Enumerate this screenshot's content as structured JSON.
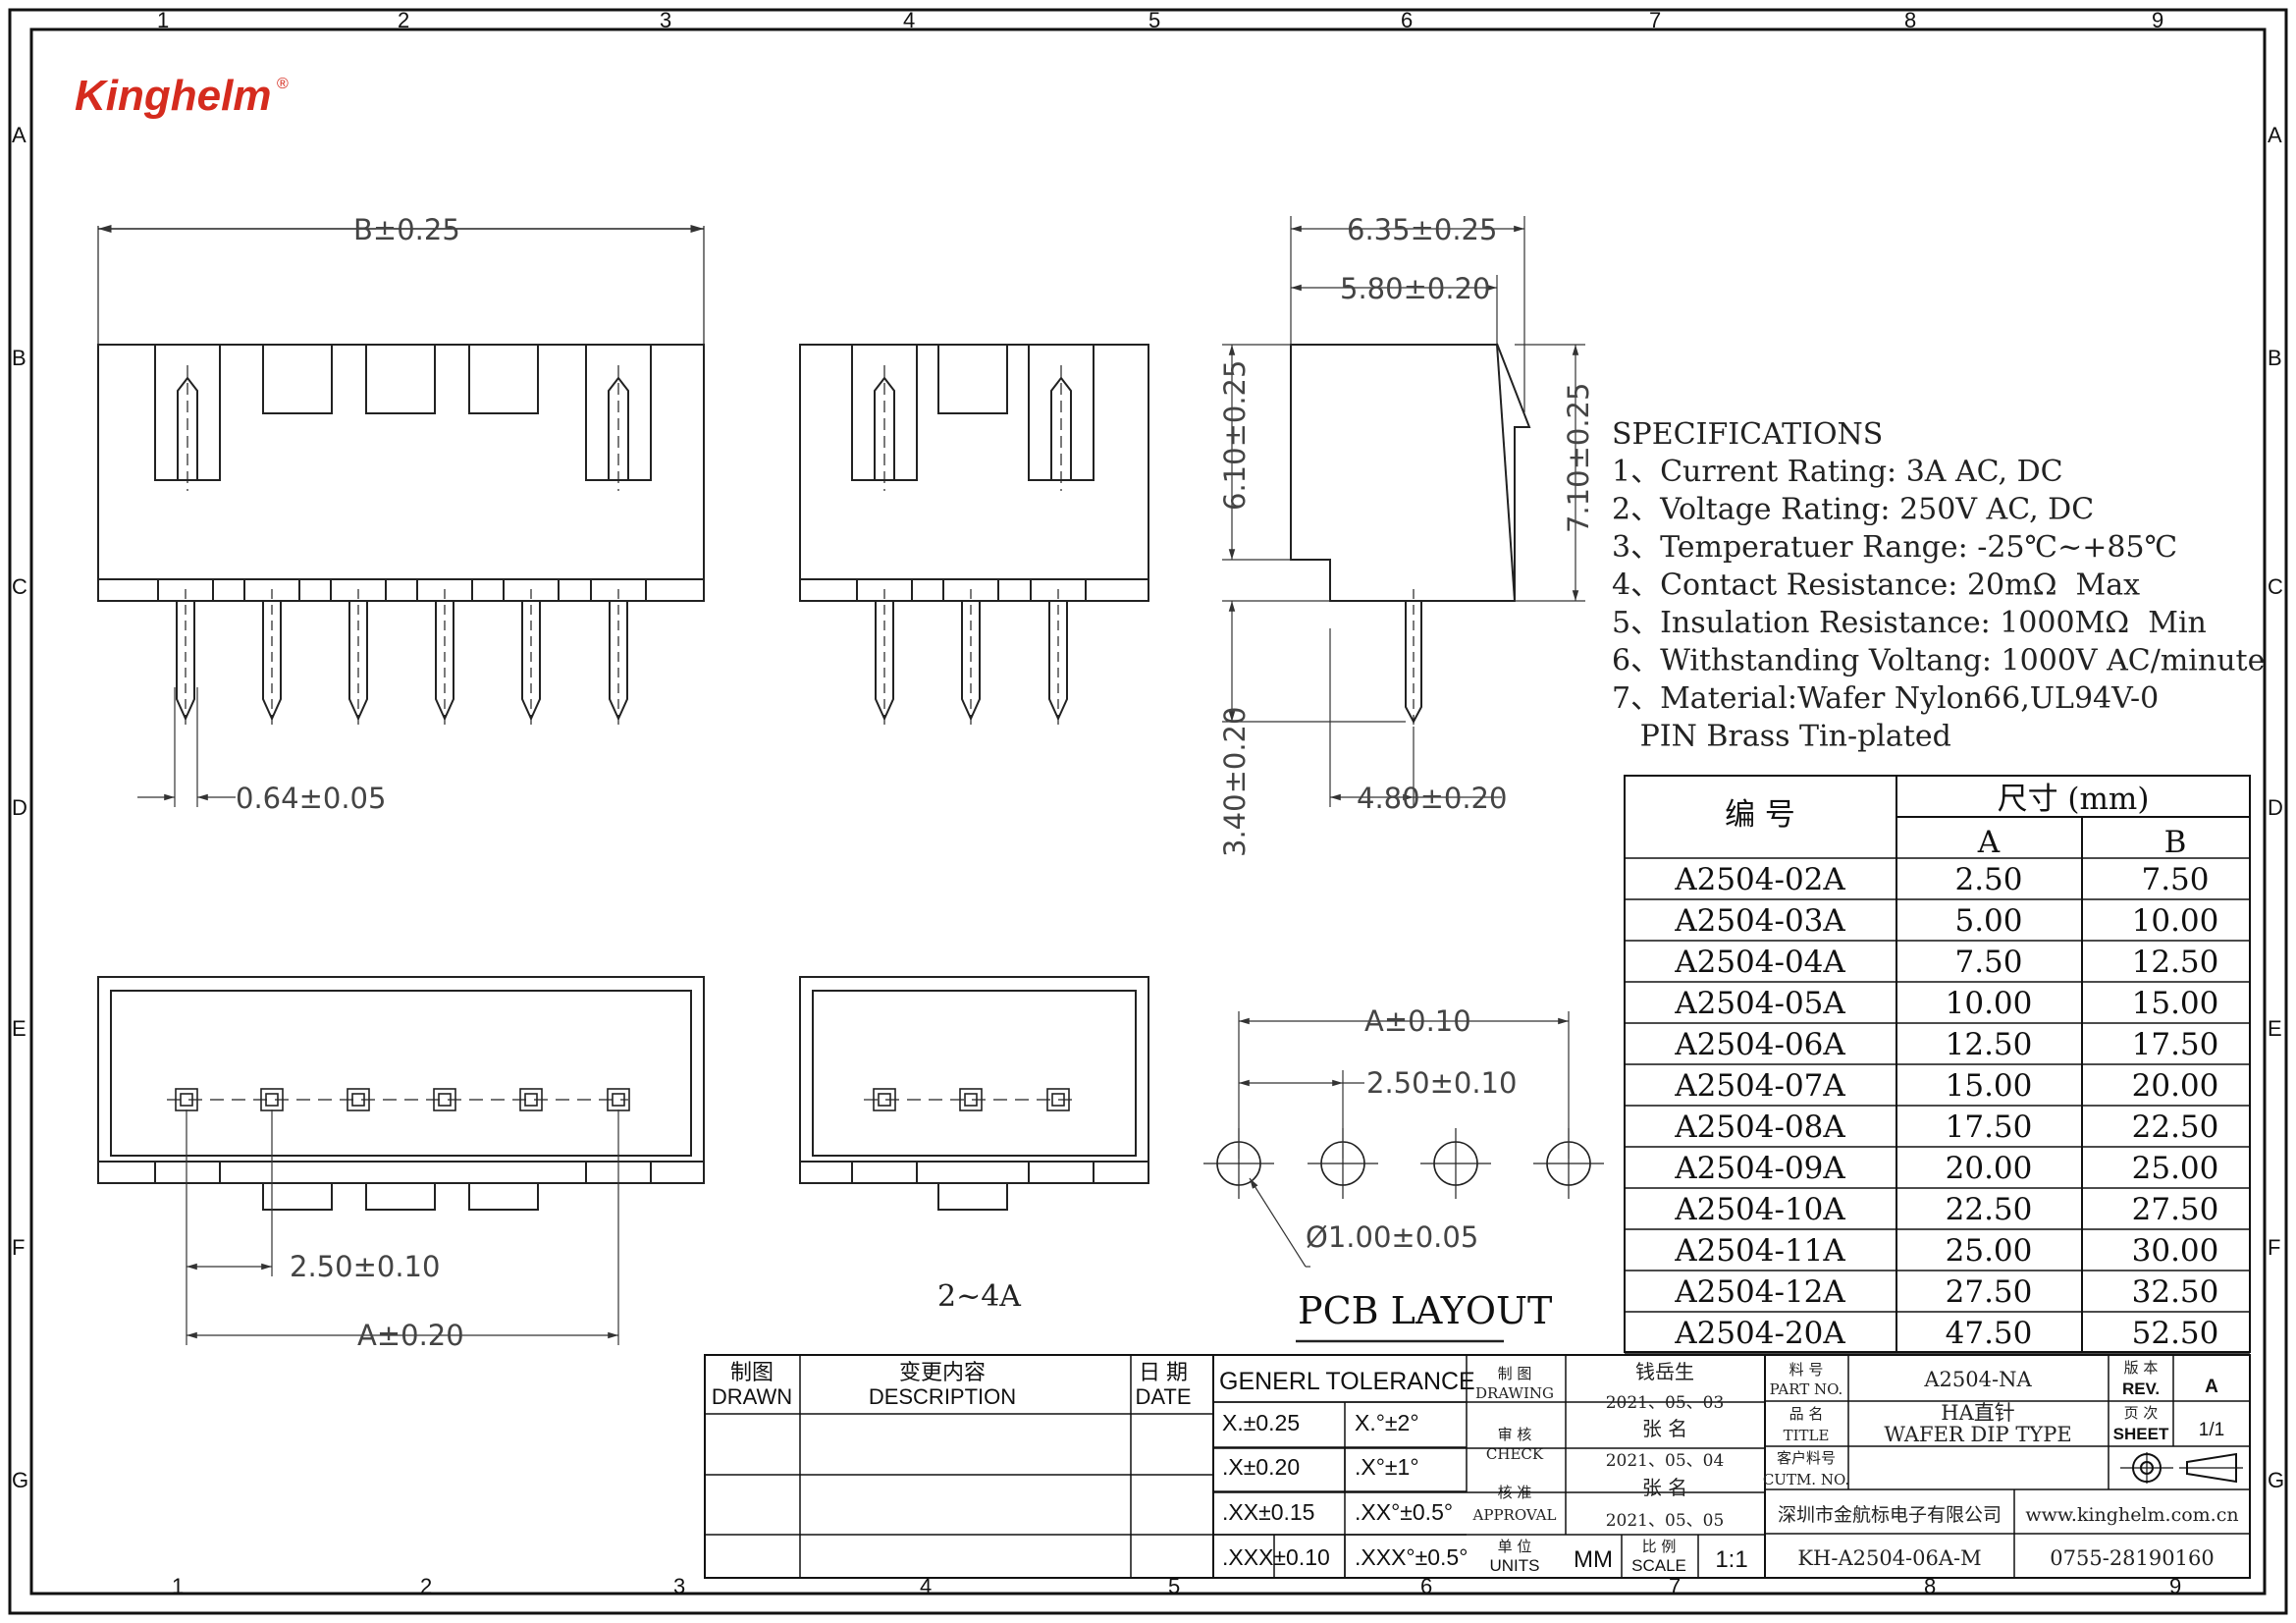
{
  "brand": {
    "logo_text": "Kinghelm",
    "logo_mark": "®",
    "color": "#d52b1e"
  },
  "border": {
    "columns": [
      "1",
      "2",
      "3",
      "4",
      "5",
      "6",
      "7",
      "8",
      "9"
    ],
    "rows": [
      "A",
      "B",
      "C",
      "D",
      "E",
      "F",
      "G"
    ]
  },
  "dimensions": {
    "b_width": "B±0.25",
    "pin_width": "0.64±0.05",
    "side_outer": "6.35±0.25",
    "side_inner": "5.80±0.20",
    "side_h1": "6.10±0.25",
    "side_h2": "7.10±0.25",
    "side_pin_len": "3.40±0.20",
    "side_pin_off": "4.80±0.20",
    "pitch_bottom": "2.50±0.10",
    "a_bottom": "A±0.20",
    "a_pcb": "A±0.10",
    "pitch_pcb": "2.50±0.10",
    "hole_dia": "Ø1.00±0.05"
  },
  "labels": {
    "range_label": "2~4A",
    "pcb_layout": "PCB LAYOUT"
  },
  "specifications": {
    "title": "SPECIFICATIONS",
    "items": [
      "1、Current Rating: 3A AC, DC",
      "2、Voltage Rating: 250V AC, DC",
      "3、Temperatuer Range: -25℃~+85℃",
      "4、Contact Resistance: 20mΩ  Max",
      "5、Insulation Resistance: 1000MΩ  Min",
      "6、Withstanding Voltang: 1000V AC/minute",
      "7、Material:Wafer Nylon66,UL94V-0",
      "   PIN Brass Tin-plated"
    ]
  },
  "size_table": {
    "header_part": "编  号",
    "header_size": "尺寸 (mm)",
    "col_a": "A",
    "col_b": "B",
    "rows": [
      {
        "part": "A2504-02A",
        "a": "2.50",
        "b": "7.50"
      },
      {
        "part": "A2504-03A",
        "a": "5.00",
        "b": "10.00"
      },
      {
        "part": "A2504-04A",
        "a": "7.50",
        "b": "12.50"
      },
      {
        "part": "A2504-05A",
        "a": "10.00",
        "b": "15.00"
      },
      {
        "part": "A2504-06A",
        "a": "12.50",
        "b": "17.50"
      },
      {
        "part": "A2504-07A",
        "a": "15.00",
        "b": "20.00"
      },
      {
        "part": "A2504-08A",
        "a": "17.50",
        "b": "22.50"
      },
      {
        "part": "A2504-09A",
        "a": "20.00",
        "b": "25.00"
      },
      {
        "part": "A2504-10A",
        "a": "22.50",
        "b": "27.50"
      },
      {
        "part": "A2504-11A",
        "a": "25.00",
        "b": "30.00"
      },
      {
        "part": "A2504-12A",
        "a": "27.50",
        "b": "32.50"
      },
      {
        "part": "A2504-20A",
        "a": "47.50",
        "b": "52.50"
      }
    ]
  },
  "title_block": {
    "drawn_cn": "制图",
    "drawn_en": "DRAWN",
    "desc_cn": "变更内容",
    "desc_en": "DESCRIPTION",
    "date_cn": "日 期",
    "date_en": "DATE",
    "tolerance_title": "GENERL TOLERANCE",
    "tol": [
      {
        "lin": "X.±0.25",
        "ang": "X.°±2°"
      },
      {
        "lin": ".X±0.20",
        "ang": ".X°±1°"
      },
      {
        "lin": ".XX±0.15",
        "ang": ".XX°±0.5°"
      },
      {
        "lin": ".XXX±0.10",
        "ang": ".XXX°±0.5°"
      }
    ],
    "drawing_cn": "制  图",
    "drawing_en": "DRAWING",
    "drawing_name": "钱岳生",
    "drawing_date": "2021、05、03",
    "check_cn": "审  核",
    "check_en": "CHECK",
    "check_name": "张  名",
    "check_date": "2021、05、04",
    "approval_cn": "核  准",
    "approval_en": "APPROVAL",
    "approval_name": "张  名",
    "approval_date": "2021、05、05",
    "units_cn": "单 位",
    "units_en": "UNITS",
    "units_val": "MM",
    "scale_cn": "比 例",
    "scale_en": "SCALE",
    "scale_val": "1:1",
    "partno_cn": "料  号",
    "partno_en": "PART NO.",
    "partno_val": "A2504-NA",
    "title_cn": "品  名",
    "title_en": "TITLE",
    "title_val1": "HA直针",
    "title_val2": "WAFER DIP TYPE",
    "cutm_cn": "客户料号",
    "cutm_en": "CUTM. NO.",
    "rev_cn": "版 本",
    "rev_en": "REV.",
    "rev_val": "A",
    "sheet_cn": "页 次",
    "sheet_en": "SHEET",
    "sheet_val": "1/1",
    "company": "深圳市金航标电子有限公司",
    "website": "www.kinghelm.com.cn",
    "doc_no": "KH-A2504-06A-M",
    "phone": "0755-28190160"
  }
}
